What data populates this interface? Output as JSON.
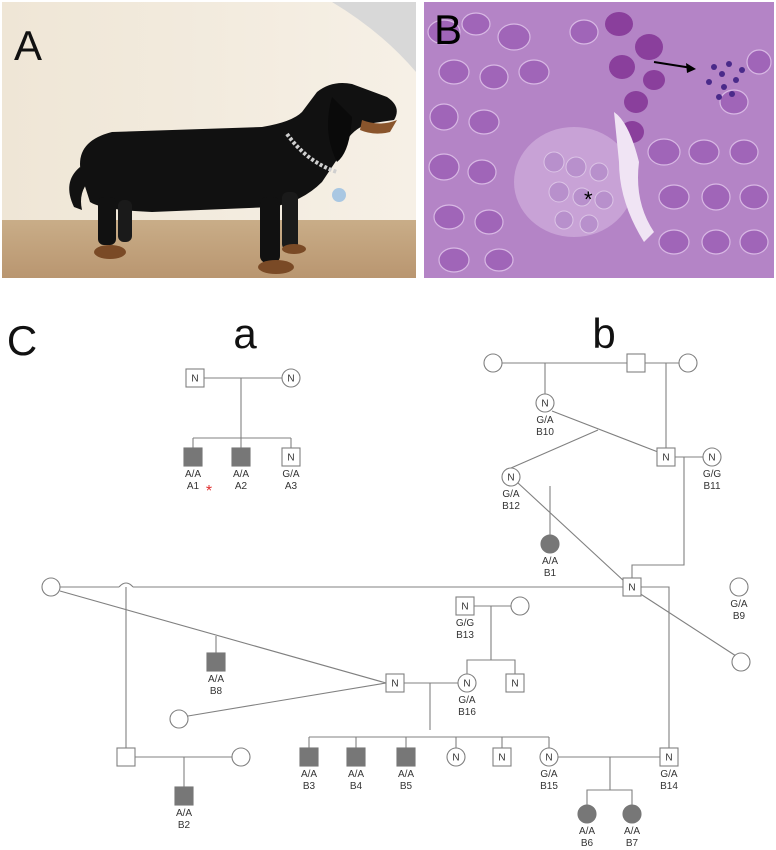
{
  "panels": {
    "a": "A",
    "b": "B",
    "c": "C"
  },
  "families": {
    "a": "a",
    "b": "b"
  },
  "colors": {
    "affected": "#777777",
    "line": "#808080",
    "asterisk": "#e03030",
    "histo_bg": "#b07fc4",
    "fiber": "#9a5bb0"
  },
  "symbol_text": {
    "normal": "N",
    "asterisk": "*"
  },
  "genotype_labels": [
    {
      "id": "A1",
      "geno": "A/A"
    },
    {
      "id": "A2",
      "geno": "A/A"
    },
    {
      "id": "A3",
      "geno": "G/A"
    },
    {
      "id": "B10",
      "geno": "G/A"
    },
    {
      "id": "B11",
      "geno": "G/G"
    },
    {
      "id": "B12",
      "geno": "G/A"
    },
    {
      "id": "B1",
      "geno": "A/A"
    },
    {
      "id": "B9",
      "geno": "G/A"
    },
    {
      "id": "B13",
      "geno": "G/G"
    },
    {
      "id": "B8",
      "geno": "A/A"
    },
    {
      "id": "B16",
      "geno": "G/A"
    },
    {
      "id": "B3",
      "geno": "A/A"
    },
    {
      "id": "B4",
      "geno": "A/A"
    },
    {
      "id": "B5",
      "geno": "A/A"
    },
    {
      "id": "B15",
      "geno": "G/A"
    },
    {
      "id": "B14",
      "geno": "G/A"
    },
    {
      "id": "B2",
      "geno": "A/A"
    },
    {
      "id": "B6",
      "geno": "A/A"
    },
    {
      "id": "B7",
      "geno": "A/A"
    }
  ]
}
